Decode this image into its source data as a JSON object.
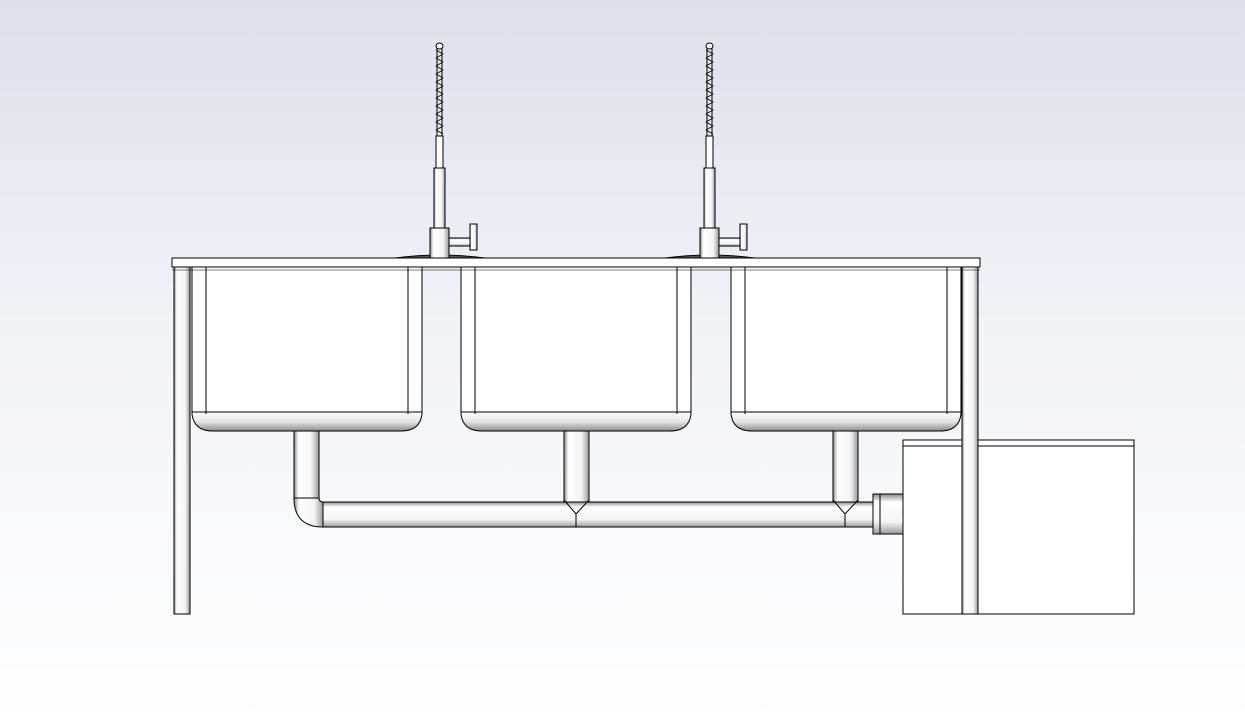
{
  "scene": {
    "description_visible_text": "",
    "colors": {
      "background_top": "#d9dde8",
      "background_mid": "#f4f5f8",
      "background_bottom": "#ffffff",
      "line": "#000000",
      "fill": "#ffffff",
      "shade_dark": "#9a9a9a",
      "shade_light": "#f0f0f0"
    }
  },
  "components": {
    "sink_bowls": 3,
    "faucets": 2,
    "legs": 2,
    "drain_risers": 3,
    "grease_trap_box": 1
  }
}
